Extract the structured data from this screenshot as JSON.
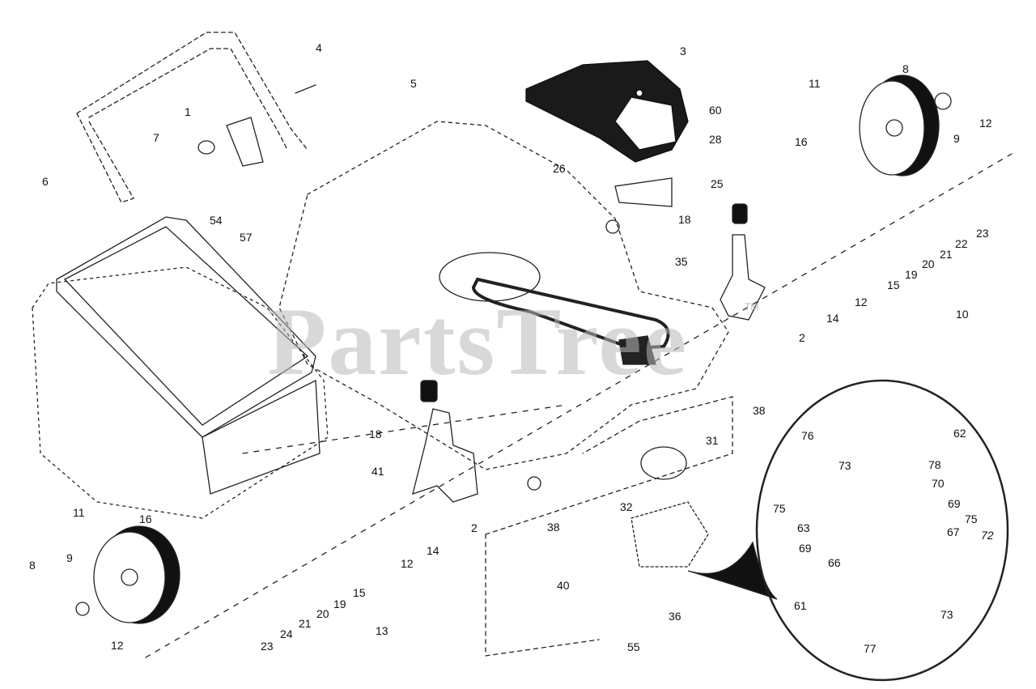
{
  "watermark": {
    "text": "PartsTree",
    "tm": "TM"
  },
  "callouts": {
    "c4": "4",
    "c5": "5",
    "c3": "3",
    "c11a": "11",
    "c8a": "8",
    "c1": "1",
    "c7": "7",
    "c6": "6",
    "c60": "60",
    "c28": "28",
    "c16a": "16",
    "c12a": "12",
    "c9a": "9",
    "c26": "26",
    "c25": "25",
    "c54": "54",
    "c57": "57",
    "c18a": "18",
    "c23a": "23",
    "c22a": "22",
    "c21a": "21",
    "c20a": "20",
    "c19a": "19",
    "c15a": "15",
    "c35": "35",
    "c12b": "12",
    "c10": "10",
    "c14a": "14",
    "c2a": "2",
    "c38a": "38",
    "c76": "76",
    "c62": "62",
    "c73a": "73",
    "c78": "78",
    "c70": "70",
    "c69a": "69",
    "c75a": "75",
    "c67": "67",
    "c72": "72",
    "c18b": "18",
    "c31": "31",
    "c41": "41",
    "c32": "32",
    "c75b": "75",
    "c63": "63",
    "c69b": "69",
    "c66": "66",
    "c11b": "11",
    "c16b": "16",
    "c2b": "2",
    "c38b": "38",
    "c8b": "8",
    "c9b": "9",
    "c14b": "14",
    "c12c": "12",
    "c40": "40",
    "c15b": "15",
    "c19b": "19",
    "c20b": "20",
    "c21b": "21",
    "c24": "24",
    "c23b": "23",
    "c13": "13",
    "c12d": "12",
    "c36": "36",
    "c61": "61",
    "c73b": "73",
    "c55": "55",
    "c77": "77"
  }
}
